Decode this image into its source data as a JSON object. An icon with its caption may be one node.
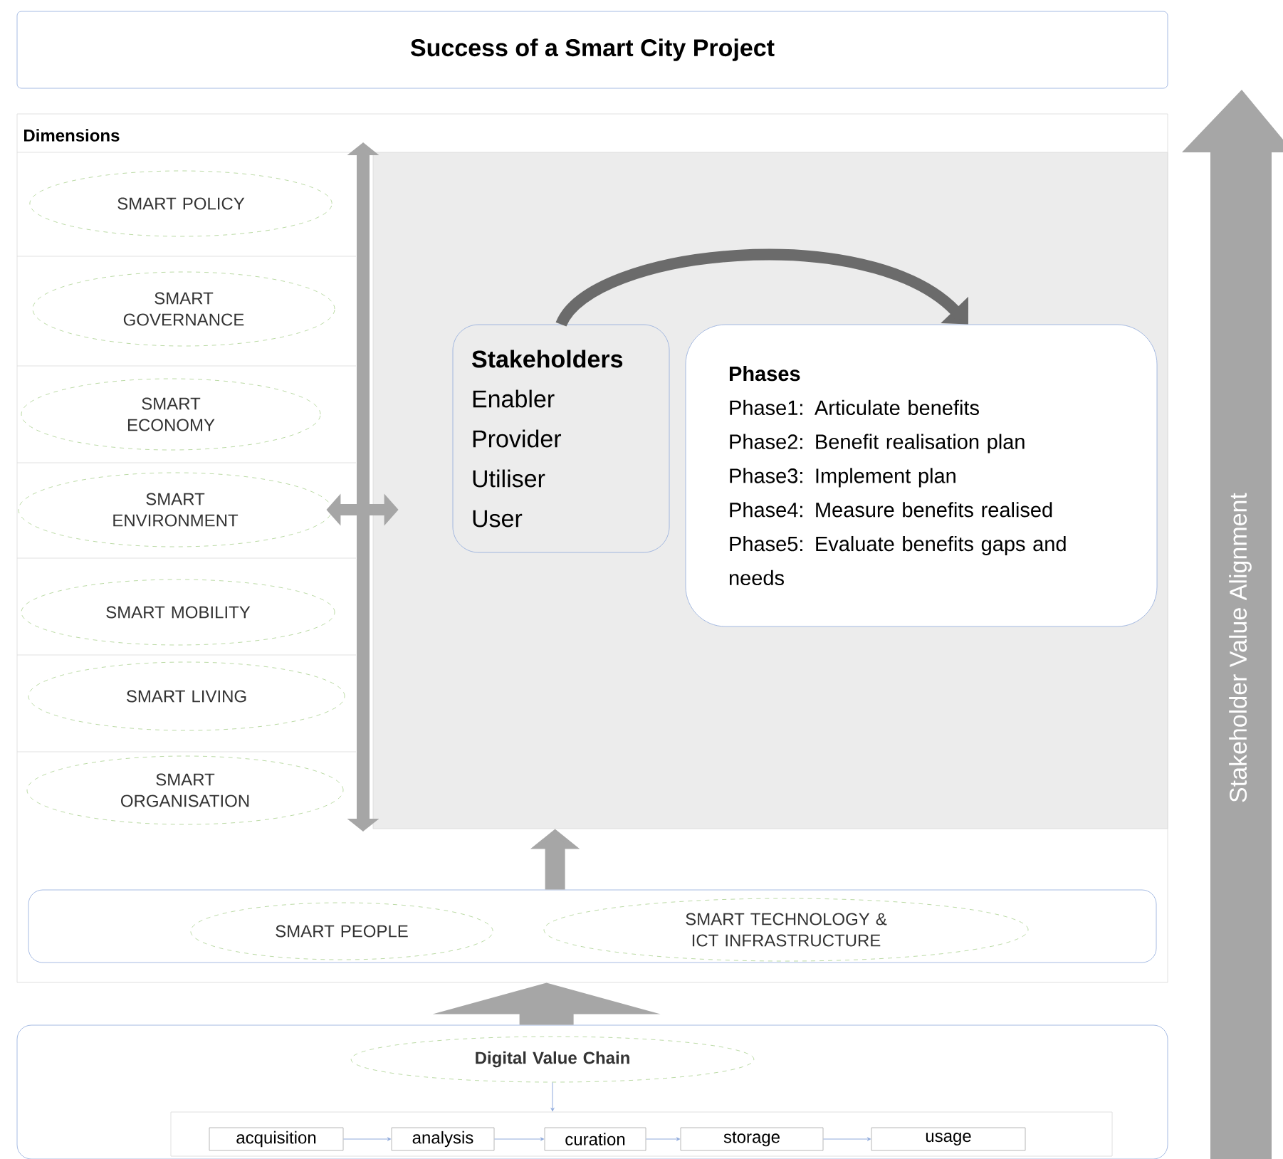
{
  "diagram": {
    "nodes": [
      {
        "text": [
          "Success of a Smart City Project"
        ]
      },
      {
        "text": [
          "Dimensions"
        ]
      },
      {
        "text": [
          "SMART POLICY"
        ],
        "in": 1
      },
      {
        "text": [
          "SMART GOVERNANCE"
        ],
        "in": 1
      },
      {
        "text": [
          "SMART ECONOMY"
        ],
        "in": 1
      },
      {
        "text": [
          "SMART ENVIRONMENT"
        ],
        "in": 1
      },
      {
        "text": [
          "SMART MOBILITY"
        ],
        "in": 1
      },
      {
        "text": [
          "SMART LIVING"
        ],
        "in": 1
      },
      {
        "text": [
          "SMART ORGANISATION"
        ],
        "in": 1
      },
      {
        "text": [],
        "shape": "box",
        "in": 1
      },
      {
        "text": [
          "Stakeholders",
          "Enabler",
          "Provider",
          "Utiliser",
          "User"
        ],
        "in": 9
      },
      {
        "text": [
          "Phases",
          "Phase1: Articulate benefits",
          "Phase2: Benefit realisation plan",
          "Phase3: Implement plan",
          "Phase4: Measure benefits realised",
          "Phase5: Evaluate benefits gaps and needs"
        ],
        "in": 9
      },
      {
        "text": [],
        "shape": "box",
        "in": 1
      },
      {
        "text": [
          "SMART PEOPLE"
        ],
        "in": 12
      },
      {
        "text": [
          "SMART TECHNOLOGY & ICT INFRASTRUCTURE"
        ],
        "in": 12
      },
      {
        "text": [],
        "shape": "box"
      },
      {
        "text": [
          "Digital Value Chain"
        ],
        "in": 15
      },
      {
        "text": [],
        "shape": "box",
        "in": 15
      },
      {
        "text": [
          "acquisition"
        ],
        "in": 17
      },
      {
        "text": [
          "analysis"
        ],
        "in": 17
      },
      {
        "text": [
          "curation"
        ],
        "in": 17
      },
      {
        "text": [
          "storage"
        ],
        "in": 17
      },
      {
        "text": [
          "usage"
        ],
        "in": 17
      },
      {
        "text": [
          "Stakeholder Value Alignment"
        ]
      }
    ],
    "edges": [
      {
        "from": 10,
        "to": 11,
        "arrow": "to",
        "style": "thick",
        "color": "#6b6b6b"
      },
      {
        "from": 5,
        "to": 9,
        "arrow": "both",
        "style": "thick",
        "color": "#a6a6a6"
      },
      {
        "from": 12,
        "to": 9,
        "arrow": "to",
        "style": "thick",
        "color": "#a6a6a6"
      },
      {
        "from": 15,
        "to": 1,
        "arrow": "to",
        "style": "thick",
        "color": "#a6a6a6"
      },
      {
        "from": 16,
        "to": 17,
        "arrow": "to"
      },
      {
        "from": 18,
        "to": 19,
        "arrow": "to"
      },
      {
        "from": 19,
        "to": 20,
        "arrow": "to"
      },
      {
        "from": 20,
        "to": 21,
        "arrow": "to"
      },
      {
        "from": 21,
        "to": 22,
        "arrow": "to"
      }
    ]
  }
}
